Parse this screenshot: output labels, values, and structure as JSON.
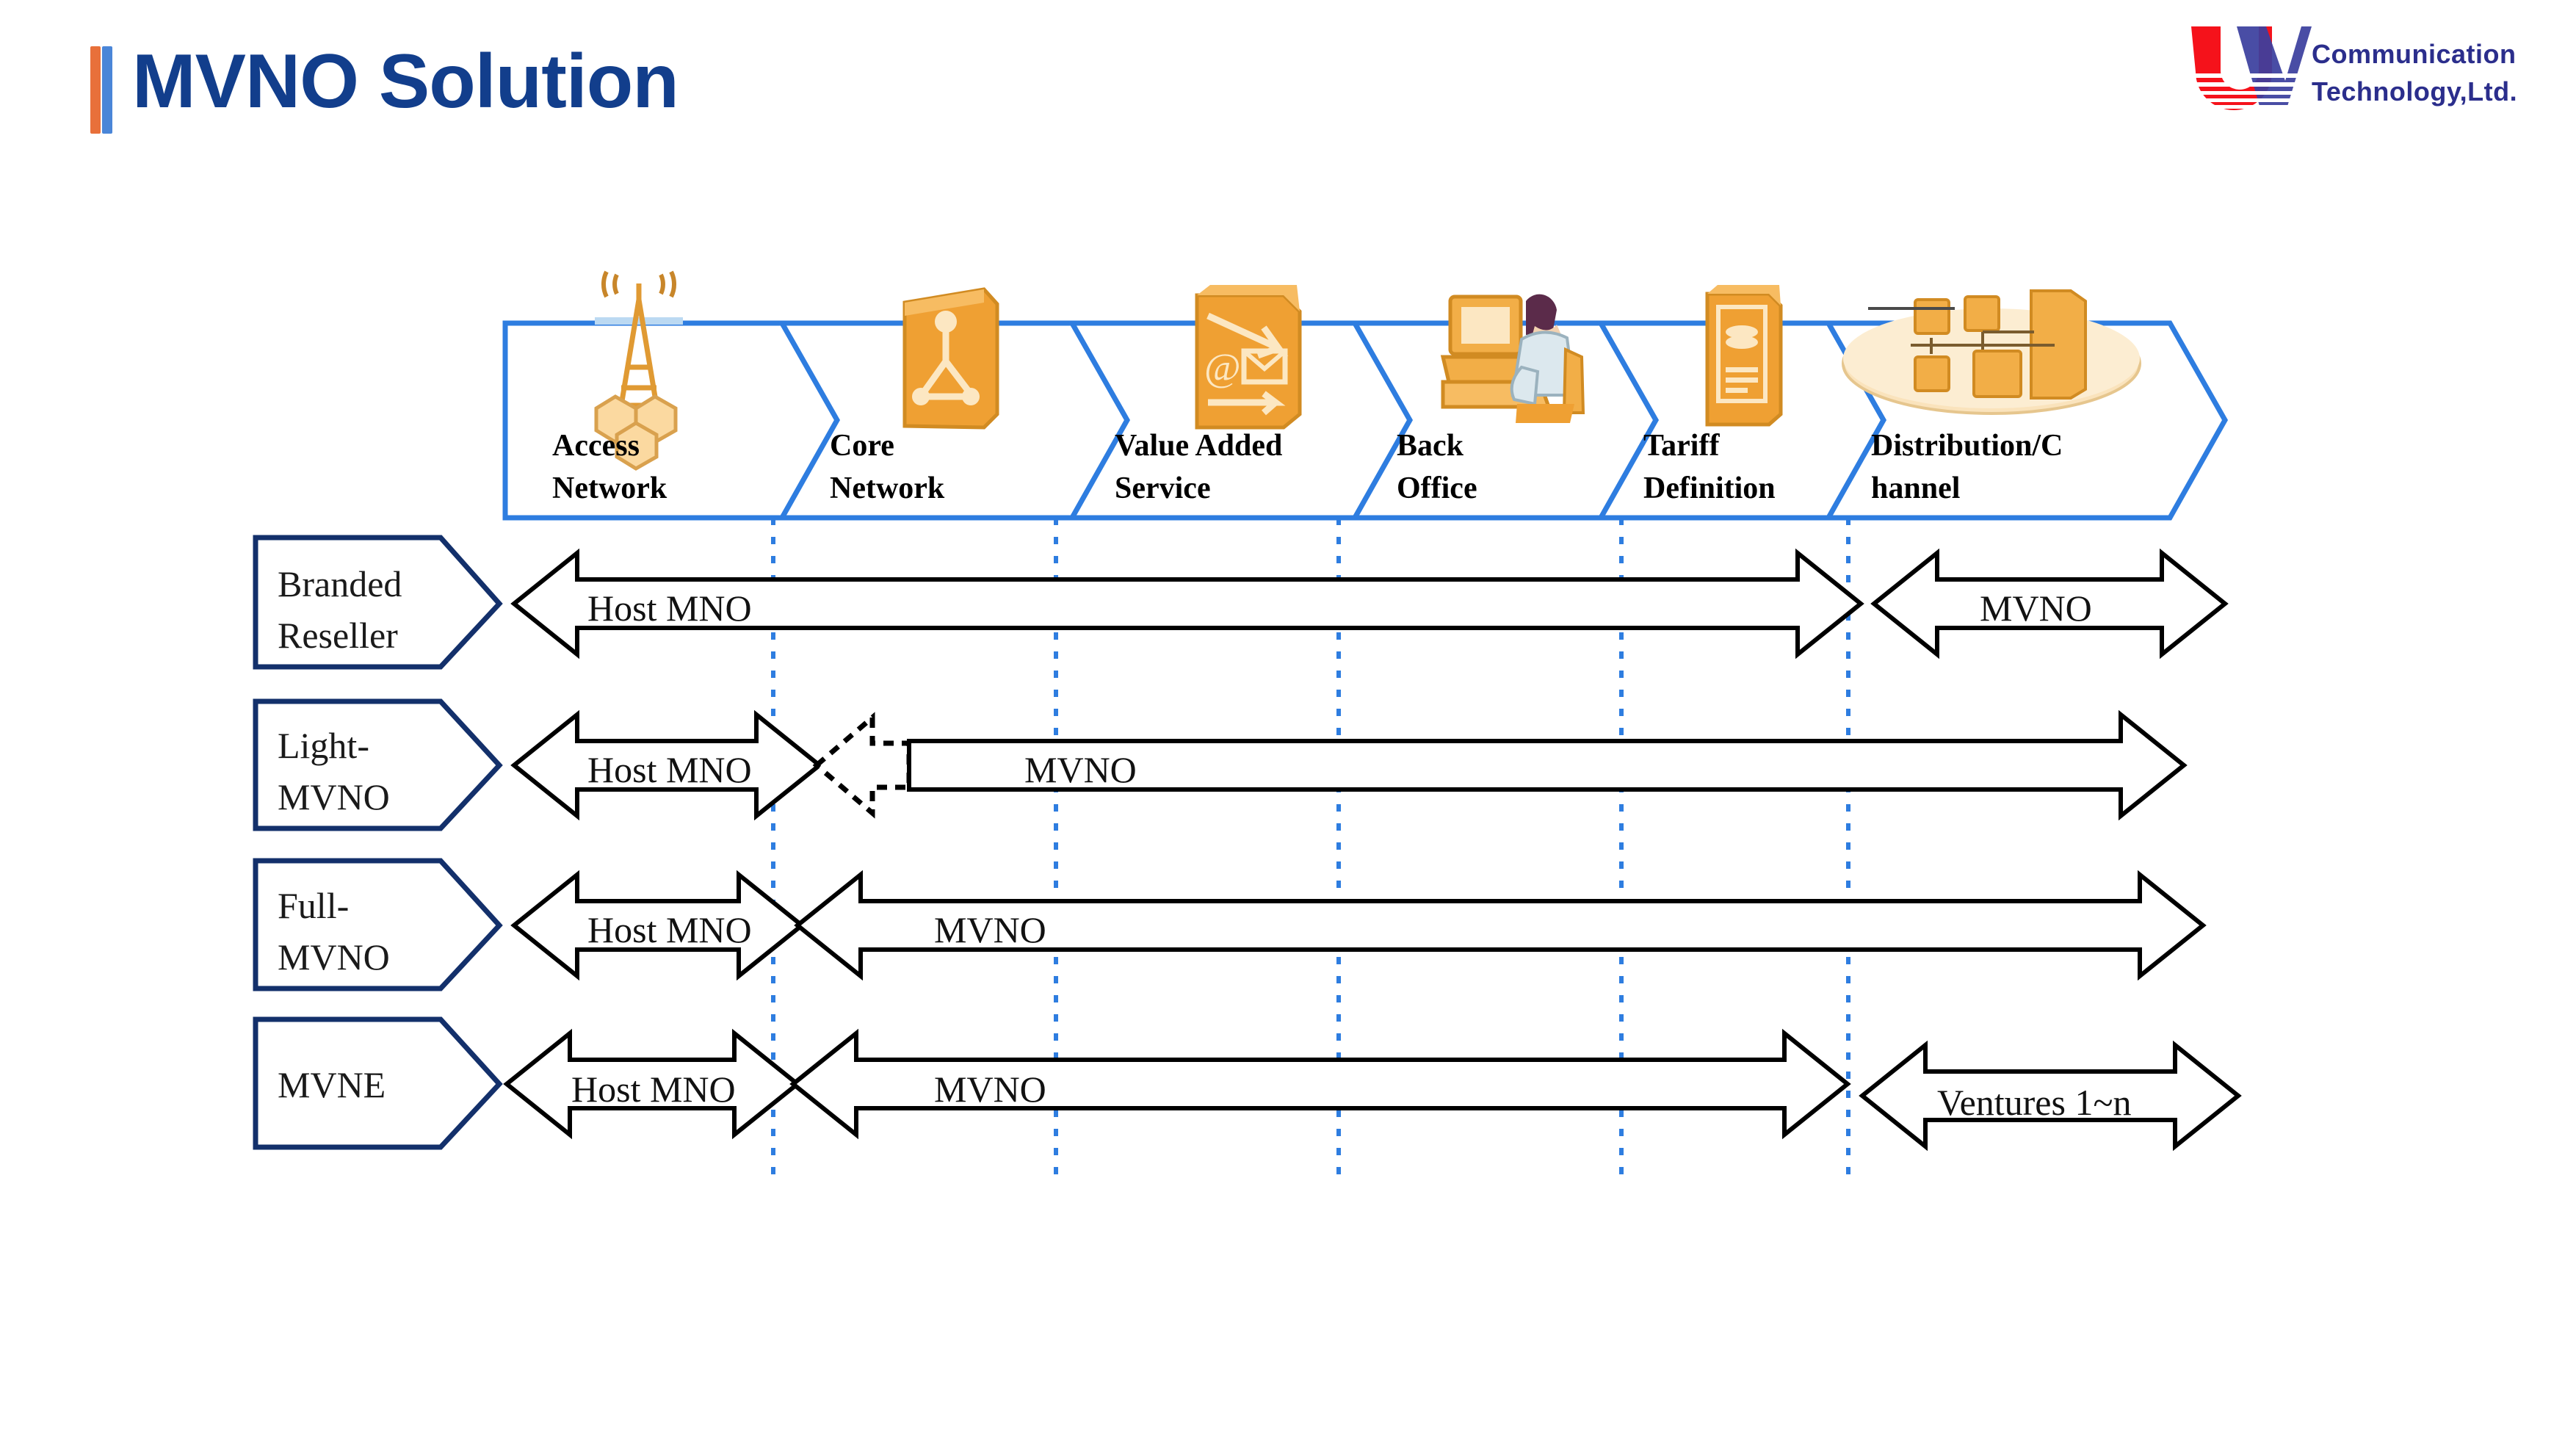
{
  "page": {
    "title": "MVNO Solution",
    "accent_orange": "#E8703A",
    "accent_blue": "#4A86D8",
    "title_color": "#123E8C",
    "background": "#ffffff"
  },
  "logo": {
    "mark": "uv-logo-icon",
    "mark_letters": "UV",
    "mark_color_u": "#F5121B",
    "mark_color_v": "#3B3F9E",
    "line1": "Communication",
    "line2": "Technology,Ltd.",
    "text_color": "#2B2E8C"
  },
  "diagram": {
    "type": "value-chain-matrix",
    "stage_outline_color": "#2E7DE0",
    "row_label_outline_color": "#13306B",
    "divider_color": "#2E7DE0",
    "stages": [
      {
        "label_line1": "Access",
        "label_line2": "Network",
        "icon": "cell-tower-icon"
      },
      {
        "label_line1": "Core",
        "label_line2": "Network",
        "icon": "network-node-icon"
      },
      {
        "label_line1": "Value Added",
        "label_line2": "Service",
        "icon": "email-messaging-icon"
      },
      {
        "label_line1": "Back",
        "label_line2": "Office",
        "icon": "office-worker-computer-icon"
      },
      {
        "label_line1": "Tariff",
        "label_line2": "Definition",
        "icon": "price-list-document-icon"
      },
      {
        "label_line1": "Distribution/C",
        "label_line2": "hannel",
        "icon": "distribution-network-icon"
      }
    ],
    "rows": [
      {
        "label_line1": "Branded",
        "label_line2": "Reseller",
        "segments": [
          {
            "text": "Host MNO",
            "style": "solid",
            "heads": "both"
          },
          {
            "text": "MVNO",
            "style": "solid",
            "heads": "both"
          }
        ]
      },
      {
        "label_line1": "Light-",
        "label_line2": "MVNO",
        "segments": [
          {
            "text": "Host MNO",
            "style": "solid",
            "heads": "both"
          },
          {
            "text": "MVNO",
            "style": "dotted-head",
            "heads": "both"
          }
        ]
      },
      {
        "label_line1": "Full-",
        "label_line2": "MVNO",
        "segments": [
          {
            "text": "Host MNO",
            "style": "solid",
            "heads": "both"
          },
          {
            "text": "MVNO",
            "style": "solid",
            "heads": "both"
          }
        ]
      },
      {
        "label_line1": "MVNE",
        "label_line2": "",
        "segments": [
          {
            "text": "Host  MNO",
            "style": "solid",
            "heads": "both"
          },
          {
            "text": "MVNO",
            "style": "solid",
            "heads": "both"
          },
          {
            "text": "Ventures  1~n",
            "style": "solid",
            "heads": "both"
          }
        ]
      }
    ]
  }
}
